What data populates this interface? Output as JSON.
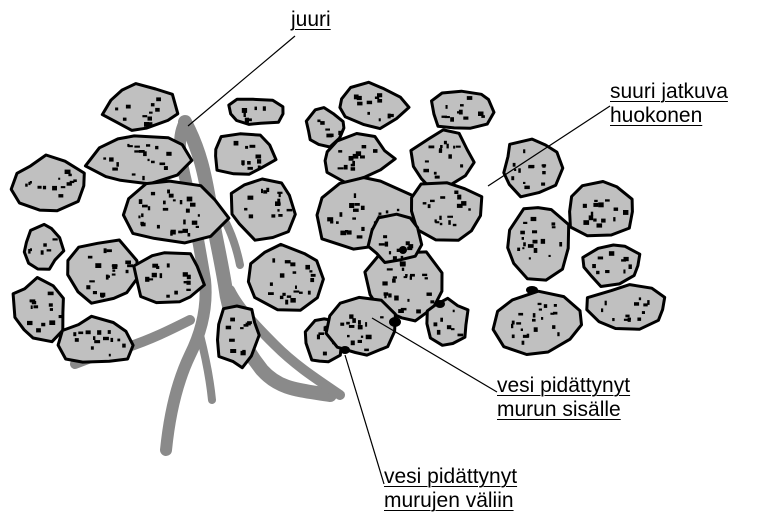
{
  "labels": {
    "root": "juuri",
    "pore_line1": "suuri jatkuva",
    "pore_line2": "huokonen",
    "inside_line1": "vesi pidättynyt",
    "inside_line2": "murun sisälle",
    "between_line1": "vesi pidättynyt",
    "between_line2": "murujen väliin"
  },
  "colors": {
    "crumb_fill": "#c0c0c0",
    "crumb_outline": "#000000",
    "root_fill": "#8a8a8a",
    "leader_line": "#000000"
  }
}
